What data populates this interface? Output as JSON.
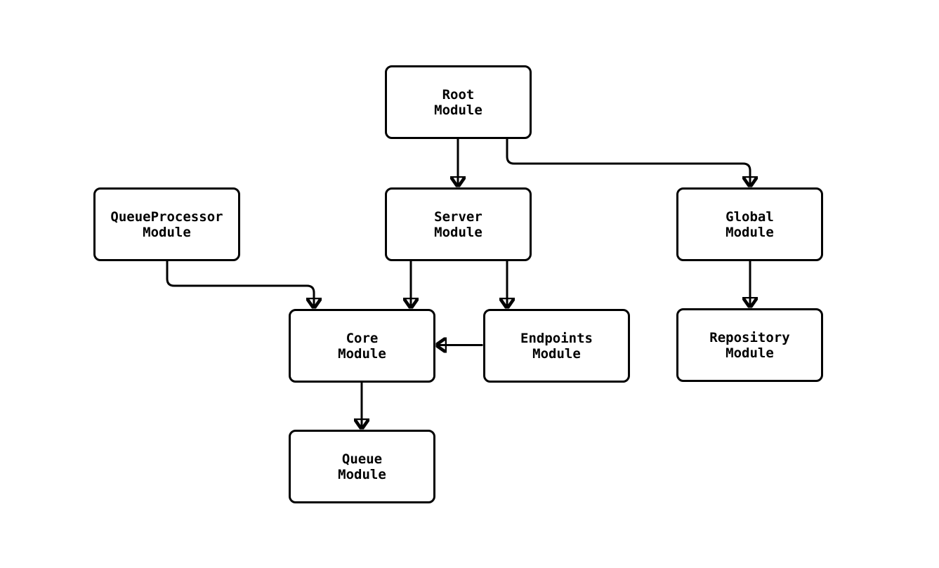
{
  "diagram": {
    "type": "module-dependency-graph",
    "background_color": "#ffffff",
    "node_fill_color": "#ffffff",
    "node_border_color": "#000000",
    "edge_color": "#000000",
    "nodes": [
      {
        "id": "root",
        "label": "Root\nModule"
      },
      {
        "id": "queueprocessor",
        "label": "QueueProcessor\nModule"
      },
      {
        "id": "server",
        "label": "Server\nModule"
      },
      {
        "id": "global",
        "label": "Global\nModule"
      },
      {
        "id": "core",
        "label": "Core\nModule"
      },
      {
        "id": "endpoints",
        "label": "Endpoints\nModule"
      },
      {
        "id": "repository",
        "label": "Repository\nModule"
      },
      {
        "id": "queue",
        "label": "Queue\nModule"
      }
    ],
    "edges": [
      {
        "from": "root",
        "to": "server"
      },
      {
        "from": "root",
        "to": "global"
      },
      {
        "from": "queueprocessor",
        "to": "core"
      },
      {
        "from": "server",
        "to": "core"
      },
      {
        "from": "server",
        "to": "endpoints"
      },
      {
        "from": "global",
        "to": "repository"
      },
      {
        "from": "endpoints",
        "to": "core"
      },
      {
        "from": "core",
        "to": "queue"
      }
    ]
  }
}
